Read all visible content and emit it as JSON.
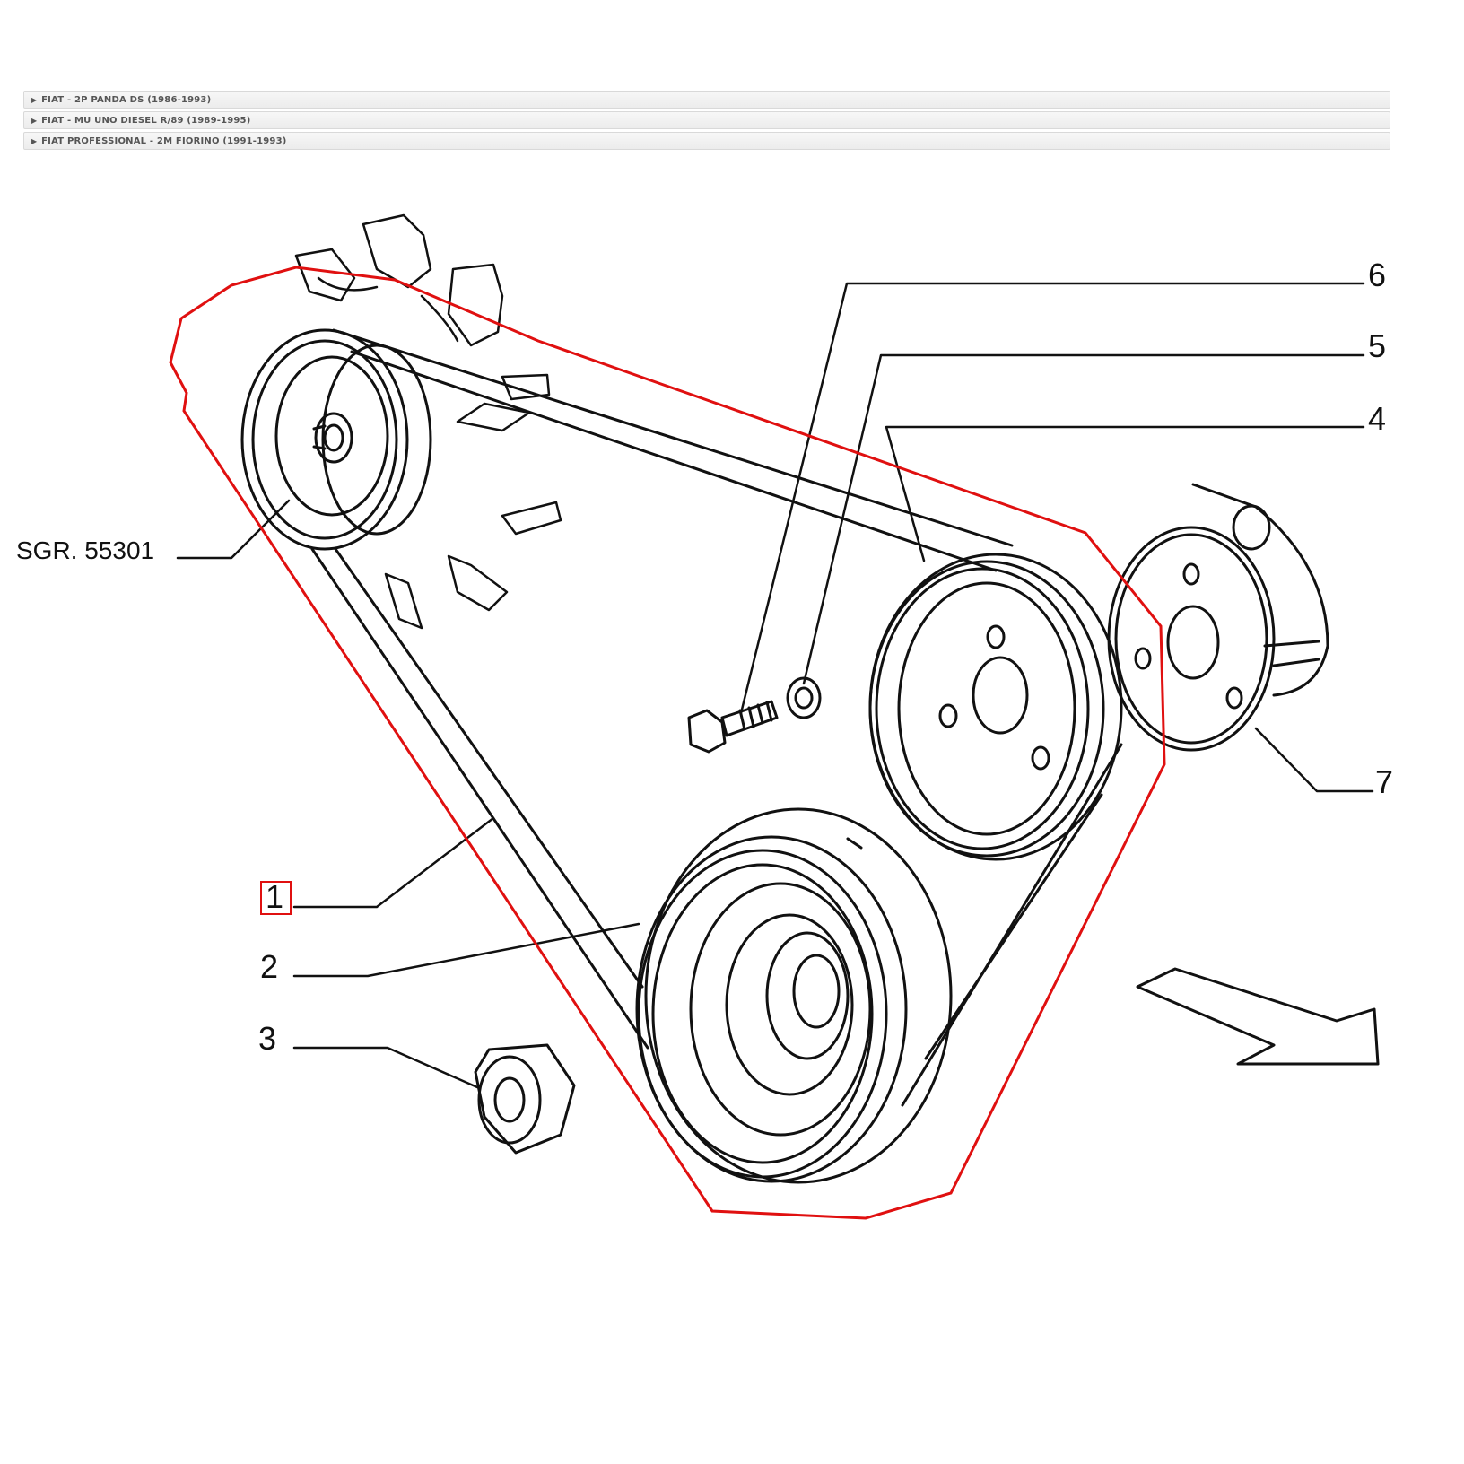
{
  "applications": [
    {
      "label": "FIAT - 2P PANDA DS (1986-1993)"
    },
    {
      "label": "FIAT - MU UNO DIESEL R/89 (1989-1995)"
    },
    {
      "label": "FIAT PROFESSIONAL - 2M FIORINO (1991-1993)"
    }
  ],
  "diagram": {
    "group_ref": "SGR. 55301",
    "callouts": [
      "1",
      "2",
      "3",
      "4",
      "5",
      "6",
      "7"
    ],
    "highlighted_callout": "1",
    "highlight_color": "#e01010",
    "line_color": "#111111"
  }
}
